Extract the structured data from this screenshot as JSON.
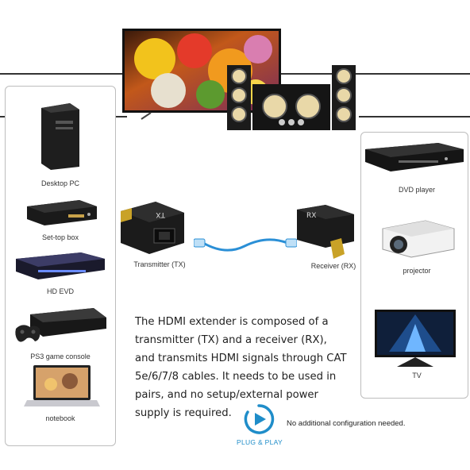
{
  "devices_left": [
    {
      "label": "Desktop PC",
      "icon": "desktop-pc-icon"
    },
    {
      "label": "Set-top box",
      "icon": "set-top-box-icon"
    },
    {
      "label": "HD EVD",
      "icon": "dvd-player-icon"
    },
    {
      "label": "PS3 game console",
      "icon": "game-console-icon"
    },
    {
      "label": "notebook",
      "icon": "laptop-icon"
    }
  ],
  "devices_right": [
    {
      "label": "DVD player",
      "icon": "dvd-player-icon"
    },
    {
      "label": "projector",
      "icon": "projector-icon"
    },
    {
      "label": "TV",
      "icon": "tv-icon"
    }
  ],
  "extender": {
    "transmitter_label": "Transmitter (TX)",
    "receiver_label": "Receiver (RX)",
    "transmitter_print": "TX",
    "receiver_print": "RX",
    "cable_color": "#2a8fd6"
  },
  "description": "The HDMI extender is composed of a transmitter (TX) and a receiver (RX), and transmits HDMI signals through CAT 5e/6/7/8 cables. It needs to be used in pairs, and no setup/external power supply is required.",
  "note": "No additional configuration needed.",
  "plug_play": {
    "label": "PLUG & PLAY",
    "accent": "#1f8dc9"
  }
}
